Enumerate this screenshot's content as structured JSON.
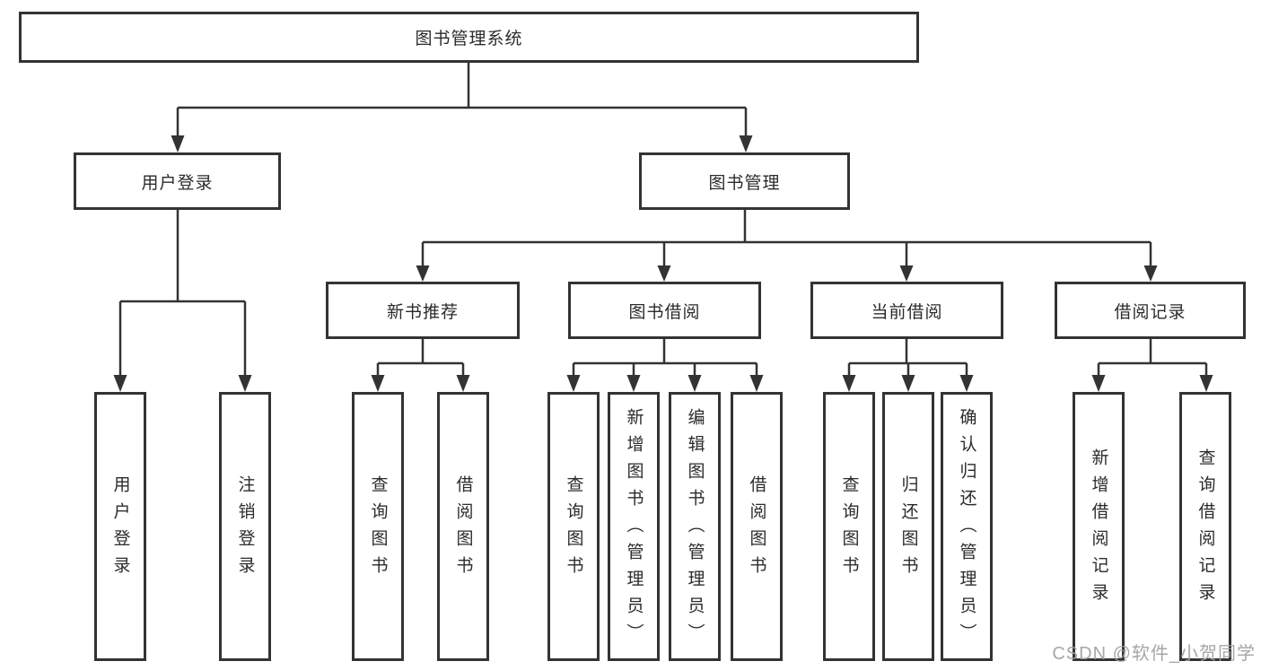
{
  "diagram": {
    "title": "图书管理系统",
    "branches": [
      {
        "label": "用户登录",
        "leaves": [
          {
            "label": "用户登录"
          },
          {
            "label": "注销登录"
          }
        ]
      },
      {
        "label": "图书管理",
        "groups": [
          {
            "label": "新书推荐",
            "leaves": [
              {
                "label": "查询图书"
              },
              {
                "label": "借阅图书"
              }
            ]
          },
          {
            "label": "图书借阅",
            "leaves": [
              {
                "label": "查询图书"
              },
              {
                "label": "新增图书（管理员）"
              },
              {
                "label": "编辑图书（管理员）"
              },
              {
                "label": "借阅图书"
              }
            ]
          },
          {
            "label": "当前借阅",
            "leaves": [
              {
                "label": "查询图书"
              },
              {
                "label": "归还图书"
              },
              {
                "label": "确认归还（管理员）"
              }
            ]
          },
          {
            "label": "借阅记录",
            "leaves": [
              {
                "label": "新增借阅记录"
              },
              {
                "label": "查询借阅记录"
              }
            ]
          }
        ]
      }
    ]
  },
  "watermark": {
    "text": "CSDN @软件_小贺同学"
  },
  "colors": {
    "line": "#333333",
    "text": "#2b2b2b",
    "background": "#ffffff",
    "watermark": "#9e9e9e"
  }
}
